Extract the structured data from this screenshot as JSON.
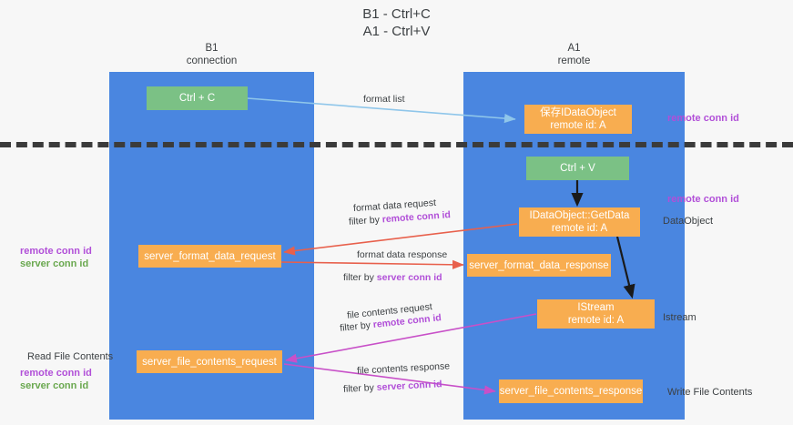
{
  "title": {
    "line1": "B1 - Ctrl+C",
    "line2": "A1 - Ctrl+V"
  },
  "columns": [
    {
      "id": "b1",
      "line1": "B1",
      "line2": "connection",
      "color": "#4a86e0"
    },
    {
      "id": "a1",
      "line1": "A1",
      "line2": "remote",
      "color": "#4a86e0"
    }
  ],
  "nodes": {
    "ctrl_c": {
      "label": "Ctrl + C",
      "color": "#7bc185"
    },
    "save_dataobject": {
      "label": "保存IDataObject",
      "sub": "remote id: A",
      "color": "#f8ad50"
    },
    "ctrl_v": {
      "label": "Ctrl + V",
      "color": "#7bc185"
    },
    "getdata": {
      "label": "IDataObject::GetData",
      "sub": "remote id: A",
      "color": "#f8ad50"
    },
    "server_format_data_request": {
      "label": "server_format_data_request",
      "color": "#f8ad50"
    },
    "server_format_data_response": {
      "label": "server_format_data_response",
      "color": "#f8ad50"
    },
    "istream": {
      "label": "IStream",
      "sub": "remote id: A",
      "color": "#f8ad50"
    },
    "server_file_contents_request": {
      "label": "server_file_contents_request",
      "color": "#f8ad50"
    },
    "server_file_contents_response": {
      "label": "server_file_contents_response",
      "color": "#f8ad50"
    }
  },
  "edges": {
    "format_list": {
      "label": "format list",
      "color": "#8fc6ea"
    },
    "format_data_request": {
      "label": "format data request",
      "filter_prefix": "filter by ",
      "filter_key": "remote conn id",
      "color": "#e8604c"
    },
    "format_data_response": {
      "label": "format data response",
      "filter_prefix": "filter by ",
      "filter_key": "server conn id",
      "color": "#e8604c"
    },
    "file_contents_request": {
      "label": "file contents request",
      "filter_prefix": "filter by ",
      "filter_key": "remote conn id",
      "color": "#c850c8"
    },
    "file_contents_response": {
      "label": "file contents response",
      "filter_prefix": "filter by ",
      "filter_key": "server conn id",
      "color": "#c850c8"
    }
  },
  "side_labels": {
    "right": [
      {
        "text": "remote conn id",
        "style": "purple"
      },
      {
        "text": "remote conn id",
        "style": "purple"
      },
      {
        "text": "DataObject",
        "style": "plain"
      },
      {
        "text": "Istream",
        "style": "plain"
      },
      {
        "text": "Write File Contents",
        "style": "plain"
      }
    ],
    "left": [
      {
        "text": "remote conn id",
        "style": "purple"
      },
      {
        "text": "server conn id",
        "style": "green"
      },
      {
        "text": "Read File Contents",
        "style": "plain"
      },
      {
        "text": "remote conn id",
        "style": "purple"
      },
      {
        "text": "server conn id",
        "style": "green"
      }
    ]
  },
  "colors": {
    "lane": "#4a86e0",
    "green_node": "#7bc185",
    "orange_node": "#f8ad50",
    "purple_text": "#b14fd8",
    "green_text": "#6aa84f",
    "red_arrow": "#e8604c",
    "magenta_arrow": "#c850c8",
    "blue_arrow": "#8fc6ea",
    "divider": "#3b3b3b",
    "background": "#f7f7f7"
  }
}
